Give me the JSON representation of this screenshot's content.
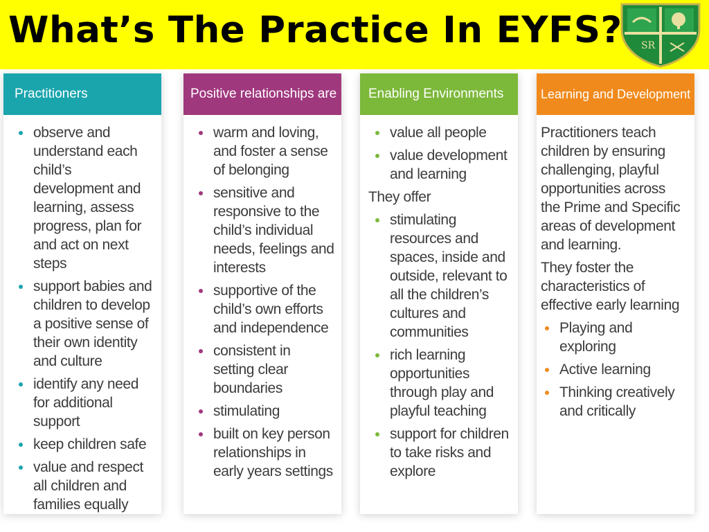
{
  "header": {
    "title": "What’s The Practice In EYFS?",
    "background": "#ffff00"
  },
  "logo": {
    "icon": "school-crest-icon",
    "color": "#1f8a3a"
  },
  "cards": [
    {
      "heading": "Practitioners",
      "color": "#1aa5ad",
      "items": [
        "observe and understand each child’s development and learning, assess progress, plan for and act on next steps",
        "support babies and children to develop a positive sense of their own identity and culture",
        "identify any need for additional support",
        "keep children safe",
        "value and respect all children and families equally"
      ]
    },
    {
      "heading": "Positive relationships are",
      "color": "#a0387e",
      "items": [
        "warm and loving, and foster a sense of belonging",
        "sensitive and responsive to the child’s individual needs, feelings and interests",
        "supportive of the child’s own efforts and independence",
        "consistent in setting clear boundaries",
        "stimulating",
        "built on key person relationships in early years settings"
      ]
    },
    {
      "heading": "Enabling Environments",
      "color": "#7cb83a",
      "items": [
        "value all people",
        "value development and learning"
      ],
      "subheading": "They offer",
      "items2": [
        "stimulating resources and spaces, inside and outside, relevant to all the children’s cultures and communities",
        "rich learning opportunities through play and playful teaching",
        "support for children to take risks and explore"
      ]
    },
    {
      "heading": "Learning and Development",
      "color": "#f08a1c",
      "paragraph1": "Practitioners teach children by ensuring challenging, playful opportunities across the Prime and Specific areas of development and learning.",
      "paragraph2": "They foster the characteristics of effective early learning",
      "items": [
        "Playing and exploring",
        "Active learning",
        "Thinking creatively and critically"
      ]
    }
  ]
}
